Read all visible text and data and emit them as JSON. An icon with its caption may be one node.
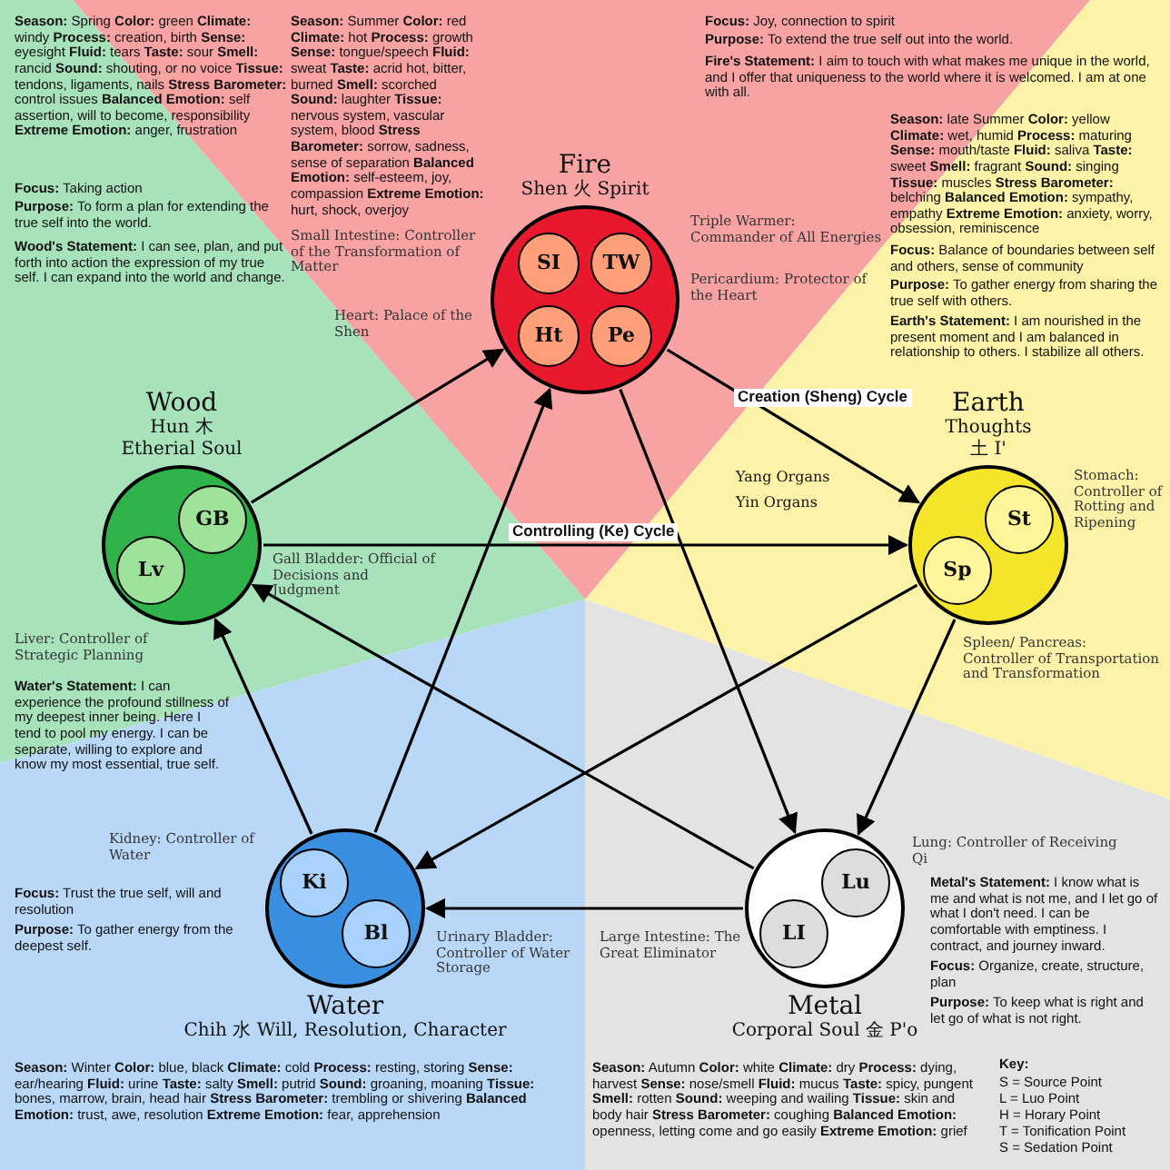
{
  "diagram": {
    "nodes": [
      {
        "text": [
          "Fire",
          "Shen 火 Spirit"
        ]
      },
      {
        "text": [
          "SI"
        ],
        "in": 0,
        "beside": [
          "Small Intestine: Controller of the Transformation of Matter"
        ]
      },
      {
        "text": [
          "TW"
        ],
        "in": 0,
        "beside": [
          "Triple Warmer: Commander of All Energies"
        ]
      },
      {
        "text": [
          "Ht"
        ],
        "in": 0,
        "beside": [
          "Heart: Palace of the Shen"
        ]
      },
      {
        "text": [
          "Pe"
        ],
        "in": 0,
        "beside": [
          "Pericardium: Protector of the Heart"
        ]
      },
      {
        "text": [
          "Wood",
          "Hun 木",
          "Etherial Soul"
        ]
      },
      {
        "text": [
          "GB"
        ],
        "in": 5,
        "beside": [
          "Gall Bladder: Official of Decisions and Judgment"
        ]
      },
      {
        "text": [
          "Lv"
        ],
        "in": 5,
        "beside": [
          "Liver: Controller of Strategic Planning"
        ]
      },
      {
        "text": [
          "Earth",
          "Thoughts",
          "土 I'"
        ]
      },
      {
        "text": [
          "St"
        ],
        "in": 8,
        "beside": [
          "Stomach: Controller of Rotting and Ripening"
        ]
      },
      {
        "text": [
          "Sp"
        ],
        "in": 8,
        "beside": [
          "Spleen/ Pancreas: Controller of Transportation and Transformation"
        ]
      },
      {
        "text": [
          "Water",
          "Chih 水 Will, Resolution, Character"
        ]
      },
      {
        "text": [
          "Ki"
        ],
        "in": 11,
        "beside": [
          "Kidney: Controller of Water"
        ]
      },
      {
        "text": [
          "Bl"
        ],
        "in": 11,
        "beside": [
          "Urinary Bladder: Controller of Water Storage"
        ]
      },
      {
        "text": [
          "Metal",
          "Corporal Soul 金 P'o"
        ]
      },
      {
        "text": [
          "Lu"
        ],
        "in": 14,
        "beside": [
          "Lung: Controller of Receiving Qi"
        ]
      },
      {
        "text": [
          "LI"
        ],
        "in": 14,
        "beside": [
          "Large Intestine: The Great Eliminator"
        ]
      }
    ],
    "edges": [
      {
        "from": 0,
        "to": 8,
        "arrow": "to",
        "label": "Creation (Sheng) Cycle"
      },
      {
        "from": 8,
        "to": 14,
        "arrow": "to"
      },
      {
        "from": 14,
        "to": 11,
        "arrow": "to"
      },
      {
        "from": 11,
        "to": 5,
        "arrow": "to"
      },
      {
        "from": 5,
        "to": 0,
        "arrow": "to"
      },
      {
        "from": 5,
        "to": 8,
        "arrow": "to",
        "label": "Controlling (Ke) Cycle"
      },
      {
        "from": 8,
        "to": 11,
        "arrow": "to"
      },
      {
        "from": 11,
        "to": 0,
        "arrow": "to"
      },
      {
        "from": 0,
        "to": 14,
        "arrow": "to"
      },
      {
        "from": 14,
        "to": 5,
        "arrow": "to"
      }
    ],
    "labels": [
      "**Season:** Summer **Color:** red **Climate:** hot **Process:** growth **Sense:** tongue/speech **Fluid:** sweat **Taste:** acrid hot, bitter, burned **Smell:** scorched **Sound:** laughter **Tissue:** nervous system, vascular system, blood **Stress Barometer:** sorrow, sadness, sense of separation **Balanced Emotion:** self-esteem, joy, compassion **Extreme Emotion:** hurt, shock, overjoy",
      "**Focus:** Joy, connection to spirit",
      "**Purpose:** To extend the true self out into the world.",
      "**Fire's Statement:** I aim to touch with what makes me unique in the world, and I offer that uniqueness to the world where it is welcomed. I am at one with all.",
      "**Season:** Spring **Color:** green **Climate:** windy **Process:** creation, birth **Sense:** eyesight **Fluid:** tears **Taste:** sour **Smell:** rancid **Sound:** shouting, or no voice **Tissue:** tendons, ligaments, nails **Stress Barometer:** control issues **Balanced Emotion:** self assertion, will to become, responsibility **Extreme Emotion:** anger, frustration",
      "**Focus:** Taking action",
      "**Purpose:** To form a plan for extending the true self into the world.",
      "**Wood's Statement:** I can see, plan, and put forth into action the expression of my true self. I can expand into the world and change.",
      "**Season:** late Summer **Color:** yellow **Climate:** wet, humid **Process:** maturing **Sense:** mouth/taste **Fluid:** saliva **Taste:** sweet **Smell:** fragrant **Sound:** singing **Tissue:** muscles **Stress Barometer:** belching **Balanced Emotion:** sympathy, empathy **Extreme Emotion:** anxiety, worry, obsession, reminiscence",
      "**Focus:** Balance of boundaries between self and others, sense of community",
      "**Purpose:** To gather energy from sharing the true self with others.",
      "**Earth's Statement:** I am nourished in the present moment and I am balanced in relationship to others. I stabilize all others.",
      "Yang Organs",
      "Yin Organs",
      "**Season:** Winter **Color:** blue, black **Climate:** cold **Process:** resting, storing **Sense:** ear/hearing **Fluid:** urine **Taste:** salty **Smell:** putrid **Sound:** groaning, moaning **Tissue:** bones, marrow, brain, head hair **Stress Barometer:** trembling or shivering **Balanced Emotion:** trust, awe, resolution **Extreme Emotion:** fear, apprehension",
      "**Focus:** Trust the true self, will and resolution",
      "**Purpose:** To gather energy from the deepest self.",
      "**Water's Statement:** I can experience the profound stillness of my deepest inner being. Here I tend to pool my energy. I can be separate, willing to explore and know my most essential, true self.",
      "**Season:** Autumn **Color:** white **Climate:** dry **Process:** dying, harvest **Sense:** nose/smell **Fluid:** mucus **Taste:** spicy, pungent **Smell:** rotten **Sound:** weeping and wailing **Tissue:** skin and body hair **Stress Barometer:** coughing **Balanced Emotion:** openness, letting come and go easily **Extreme Emotion:** grief",
      "**Focus:** Organize, create, structure, plan",
      "**Purpose:** To keep what is right and let go of what is not right.",
      "**Metal's Statement:** I know what is me and what is not me, and I let go of what I don't need. I can be comfortable with emptiness. I contract, and journey inward.",
      "Key:",
      "S = Source Point",
      "L = Luo Point",
      "H = Horary Point",
      "T = Tonification Point",
      "S = Sedation Point"
    ]
  }
}
